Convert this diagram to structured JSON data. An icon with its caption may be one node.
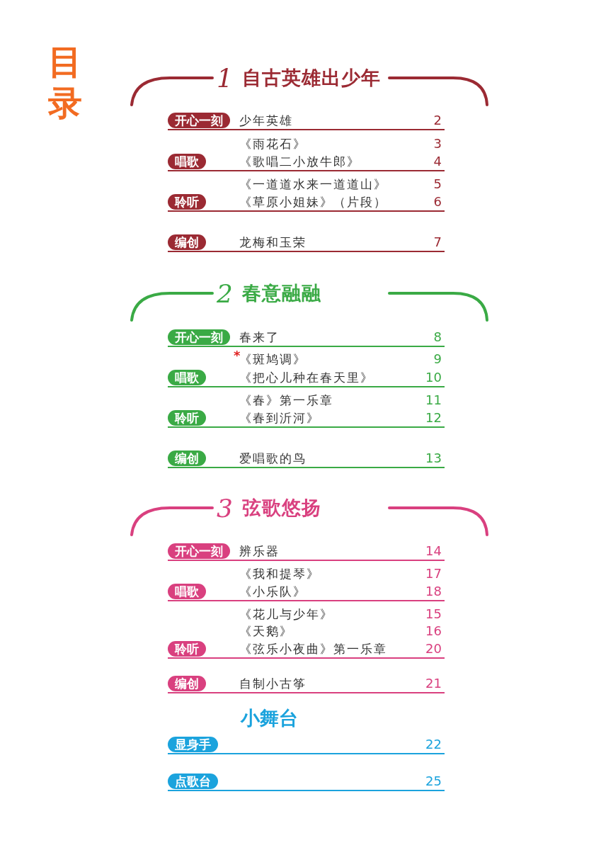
{
  "diagram": {
    "title": "目录",
    "nodes": [
      {
        "text": [
          "开心一刻"
        ],
        "beside": [
          "少年英雄"
        ]
      },
      {
        "text": [
          "唱歌"
        ],
        "beside": [
          "《雨花石》",
          "《歌唱二小放牛郎》"
        ]
      },
      {
        "text": [
          "聆听"
        ],
        "beside": [
          "《一道道水来一道道山》",
          "《草原小姐妹》（片段）"
        ]
      },
      {
        "text": [
          "编创"
        ],
        "beside": [
          "龙梅和玉荣"
        ]
      },
      {
        "text": [
          "开心一刻"
        ],
        "beside": [
          "春来了"
        ]
      },
      {
        "text": [
          "唱歌"
        ],
        "beside": [
          "*",
          "《斑鸠调》",
          "《把心儿种在春天里》"
        ]
      },
      {
        "text": [
          "聆听"
        ],
        "beside": [
          "《春》第一乐章",
          "《春到沂河》"
        ]
      },
      {
        "text": [
          "编创"
        ],
        "beside": [
          "爱唱歌的鸟"
        ]
      },
      {
        "text": [
          "开心一刻"
        ],
        "beside": [
          "辨乐器"
        ]
      },
      {
        "text": [
          "唱歌"
        ],
        "beside": [
          "《我和提琴》",
          "《小乐队》"
        ]
      },
      {
        "text": [
          "聆听"
        ],
        "beside": [
          "《花儿与少年》",
          "《天鹅》",
          "《弦乐小夜曲》第一乐章"
        ]
      },
      {
        "text": [
          "编创"
        ],
        "beside": [
          "自制小古筝"
        ]
      },
      {
        "text": [
          "显身手"
        ]
      },
      {
        "text": [
          "点歌台"
        ]
      }
    ],
    "labels": [
      "1",
      "自古英雄出少年",
      "2",
      "3",
      "4",
      "5",
      "6",
      "7",
      "2",
      "春意融融",
      "8",
      "9",
      "10",
      "11",
      "12",
      "13",
      "3",
      "弦歌悠扬",
      "14",
      "17",
      "18",
      "15",
      "16",
      "20",
      "21",
      "小舞台",
      "22",
      "25"
    ]
  }
}
